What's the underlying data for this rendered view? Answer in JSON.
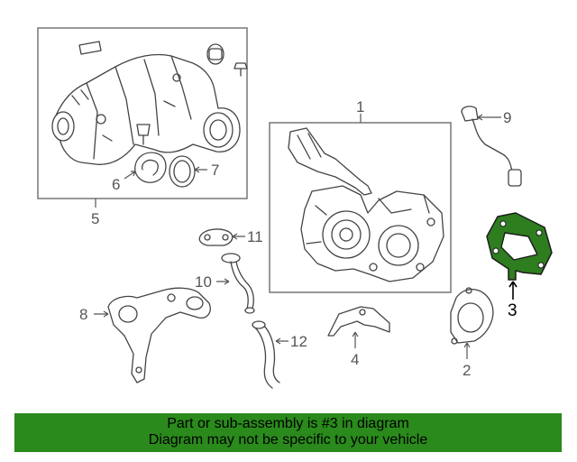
{
  "diagram": {
    "highlight_color": "#2e7d1f",
    "banner_color": "#2a8a1c",
    "callouts": {
      "c1": "1",
      "c2": "2",
      "c3": "3",
      "c4": "4",
      "c5": "5",
      "c6": "6",
      "c7": "7",
      "c8": "8",
      "c9": "9",
      "c10": "10",
      "c11": "11",
      "c12": "12"
    }
  },
  "banner": {
    "line1": "Part or sub-assembly is #3 in diagram",
    "line2": "Diagram may not be specific to your vehicle"
  }
}
